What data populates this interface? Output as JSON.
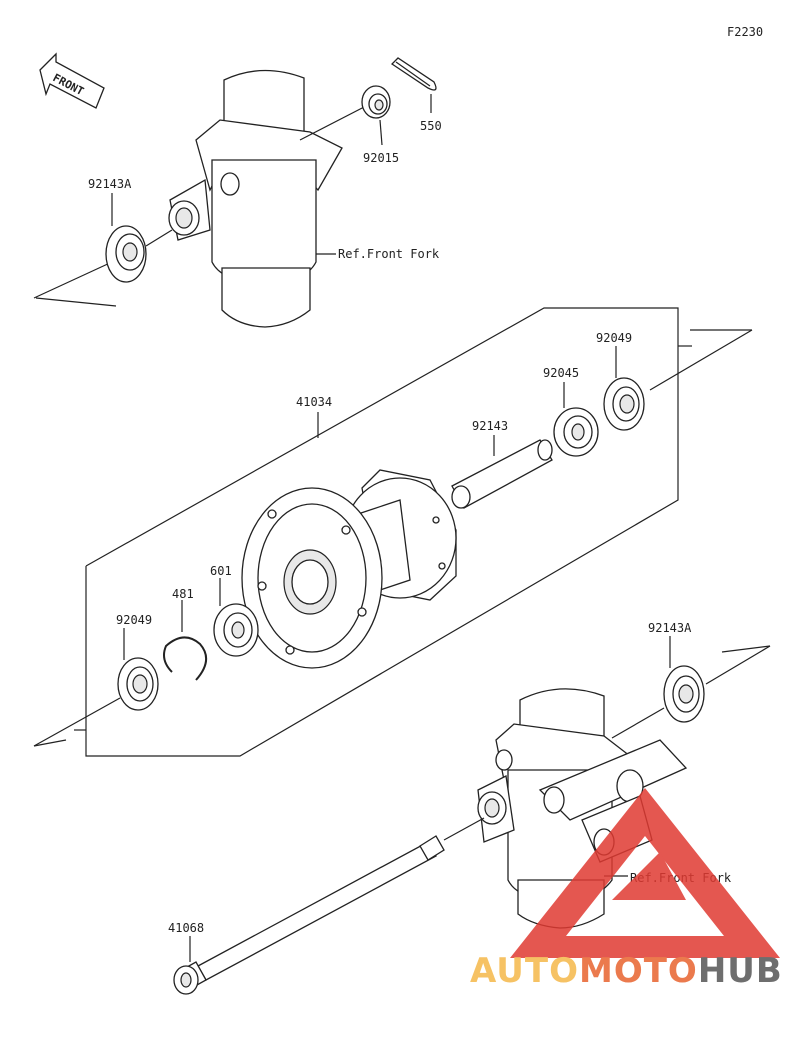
{
  "diagram_code": "F2230",
  "front_label": "FRONT",
  "ref_label": "Ref.Front Fork",
  "parts": {
    "p550": "550",
    "p92015": "92015",
    "p92143A_top": "92143A",
    "p41034": "41034",
    "p92143": "92143",
    "p92045": "92045",
    "p92049_right": "92049",
    "p601": "601",
    "p481": "481",
    "p92049_left": "92049",
    "p92143A_bottom": "92143A",
    "p41068": "41068"
  },
  "watermark": {
    "part1": "AUTO",
    "part2": "MOTO",
    "part3": "HUB",
    "colors": {
      "auto": "#f5b84a",
      "moto": "#e8632f",
      "hub": "#555555",
      "triangle": "#e03a32"
    }
  }
}
